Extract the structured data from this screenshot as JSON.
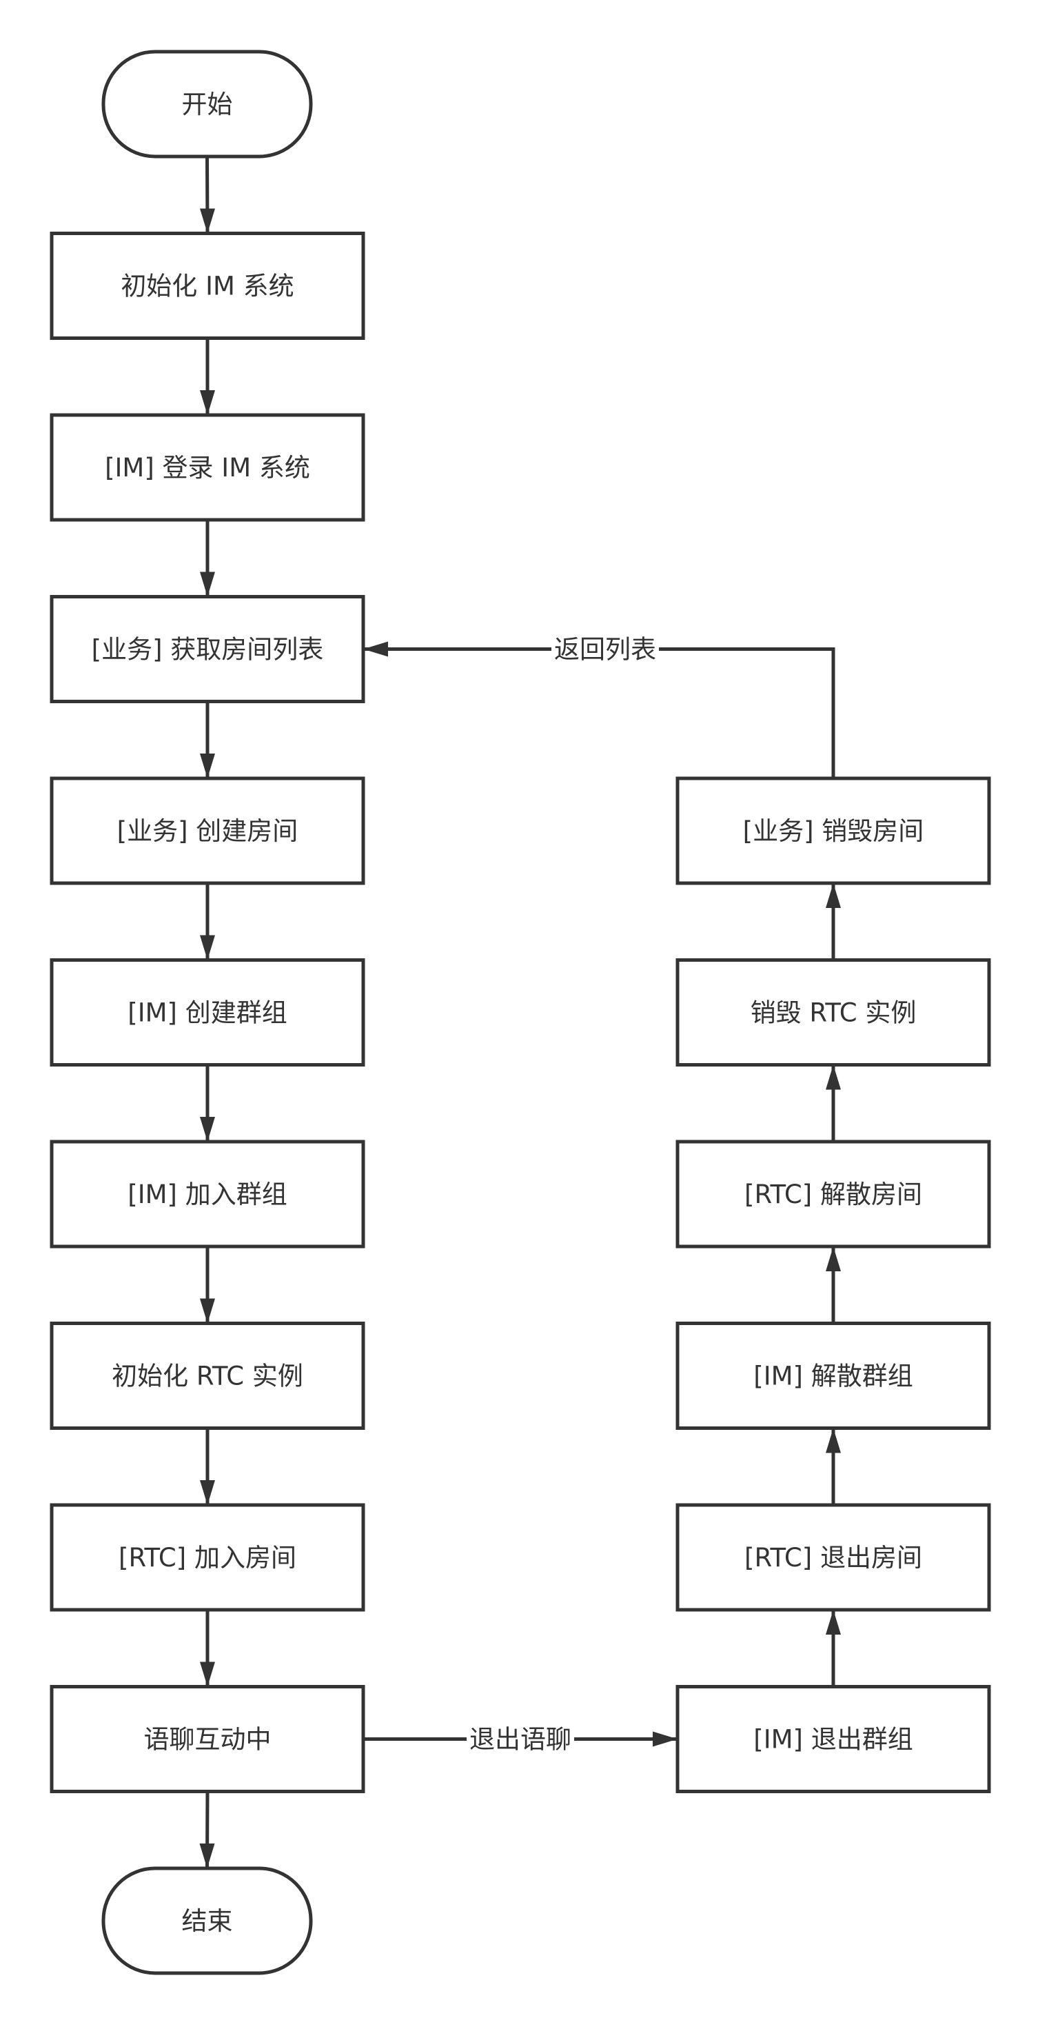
{
  "title": "语聊房流程图",
  "nodes": [
    {
      "id": "start",
      "text": "开始",
      "type": "terminal",
      "col": 0,
      "row": 0
    },
    {
      "id": "init_im",
      "text": "初始化 IM 系统",
      "type": "process",
      "col": 0,
      "row": 1
    },
    {
      "id": "login_im",
      "text": "[IM] 登录 IM 系统",
      "type": "process",
      "col": 0,
      "row": 2
    },
    {
      "id": "get_rooms",
      "text": "[业务] 获取房间列表",
      "type": "process",
      "col": 0,
      "row": 3
    },
    {
      "id": "create_room",
      "text": "[业务] 创建房间",
      "type": "process",
      "col": 0,
      "row": 4
    },
    {
      "id": "create_group",
      "text": "[IM] 创建群组",
      "type": "process",
      "col": 0,
      "row": 5
    },
    {
      "id": "join_group",
      "text": "[IM] 加入群组",
      "type": "process",
      "col": 0,
      "row": 6
    },
    {
      "id": "init_rtc",
      "text": "初始化 RTC 实例",
      "type": "process",
      "col": 0,
      "row": 7
    },
    {
      "id": "rtc_join",
      "text": "[RTC] 加入房间",
      "type": "process",
      "col": 0,
      "row": 8
    },
    {
      "id": "chatting",
      "text": "语聊互动中",
      "type": "process",
      "col": 0,
      "row": 9
    },
    {
      "id": "end",
      "text": "结束",
      "type": "terminal",
      "col": 0,
      "row": 10
    },
    {
      "id": "destroy_room",
      "text": "[业务] 销毁房间",
      "type": "process",
      "col": 1,
      "row": 4
    },
    {
      "id": "destroy_rtc",
      "text": "销毁 RTC 实例",
      "type": "process",
      "col": 1,
      "row": 5
    },
    {
      "id": "rtc_dismiss",
      "text": "[RTC] 解散房间",
      "type": "process",
      "col": 1,
      "row": 6
    },
    {
      "id": "im_dismiss",
      "text": "[IM] 解散群组",
      "type": "process",
      "col": 1,
      "row": 7
    },
    {
      "id": "rtc_leave",
      "text": "[RTC] 退出房间",
      "type": "process",
      "col": 1,
      "row": 8
    },
    {
      "id": "im_leave",
      "text": "[IM] 退出群组",
      "type": "process",
      "col": 1,
      "row": 9
    }
  ],
  "edges": [
    {
      "from": "start",
      "to": "init_im",
      "label": ""
    },
    {
      "from": "init_im",
      "to": "login_im",
      "label": ""
    },
    {
      "from": "login_im",
      "to": "get_rooms",
      "label": ""
    },
    {
      "from": "get_rooms",
      "to": "create_room",
      "label": ""
    },
    {
      "from": "create_room",
      "to": "create_group",
      "label": ""
    },
    {
      "from": "create_group",
      "to": "join_group",
      "label": ""
    },
    {
      "from": "join_group",
      "to": "init_rtc",
      "label": ""
    },
    {
      "from": "init_rtc",
      "to": "rtc_join",
      "label": ""
    },
    {
      "from": "rtc_join",
      "to": "chatting",
      "label": ""
    },
    {
      "from": "chatting",
      "to": "end",
      "label": ""
    },
    {
      "from": "chatting",
      "to": "im_leave",
      "label": "退出语聊"
    },
    {
      "from": "im_leave",
      "to": "rtc_leave",
      "label": ""
    },
    {
      "from": "rtc_leave",
      "to": "im_dismiss",
      "label": ""
    },
    {
      "from": "im_dismiss",
      "to": "rtc_dismiss",
      "label": ""
    },
    {
      "from": "rtc_dismiss",
      "to": "destroy_rtc",
      "label": ""
    },
    {
      "from": "destroy_rtc",
      "to": "destroy_room",
      "label": ""
    },
    {
      "from": "destroy_room",
      "to": "get_rooms",
      "label": "返回列表"
    }
  ]
}
